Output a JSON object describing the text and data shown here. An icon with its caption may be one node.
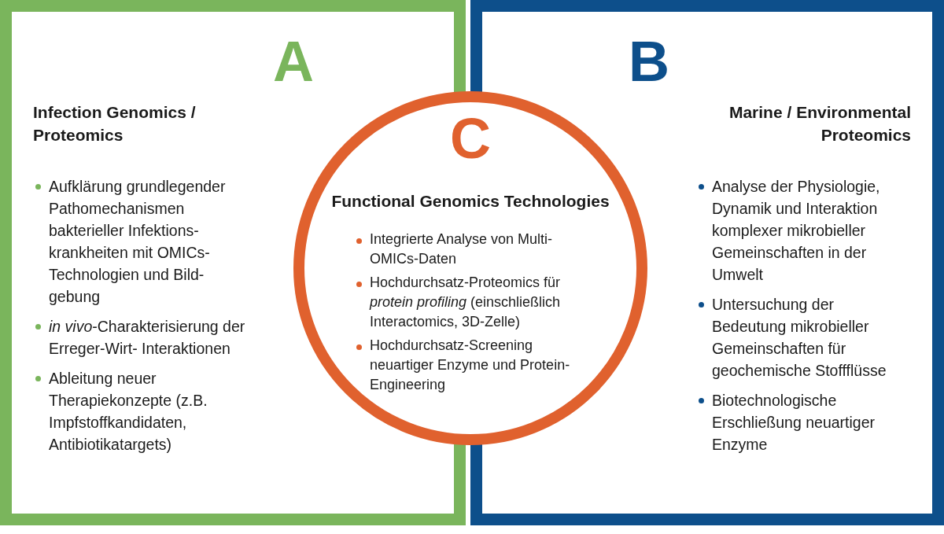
{
  "diagram": {
    "nodes": [
      {
        "text": [
          "A",
          "Infection Genomics / Proteomics",
          "Aufklärung grundlegender Pathomechanismen bakterieller Infektions- krankheiten mit OMICs-Technologien und Bild-gebung",
          "*in vivo*-Charakterisierung der Erreger-Wirt- Interaktionen",
          "Ableitung neuer Therapiekonzepte (z.B. Impfstoffkandidaten, Antibiotikatargets)"
        ]
      },
      {
        "text": [
          "B",
          "Marine / Environmental Proteomics",
          "Analyse der Physiologie, Dynamik und Interaktion komplexer mikrobieller Gemeinschaften in der Umwelt",
          "Untersuchung der Bedeutung mikrobieller Gemeinschaften für geochemische Stoffflüsse",
          "Biotechnologische Erschließung neuartiger Enzyme"
        ]
      },
      {
        "text": [
          "C",
          "Functional Genomics Technologies",
          "Integrierte Analyse von Multi- OMICs-Daten",
          "Hochdurchsatz-Proteomics für *protein profiling* (einschließlich Interactomics, 3D-Zelle)",
          "Hochdurchsatz-Screening neuartiger Enzyme und Protein-Engineering"
        ]
      }
    ]
  }
}
